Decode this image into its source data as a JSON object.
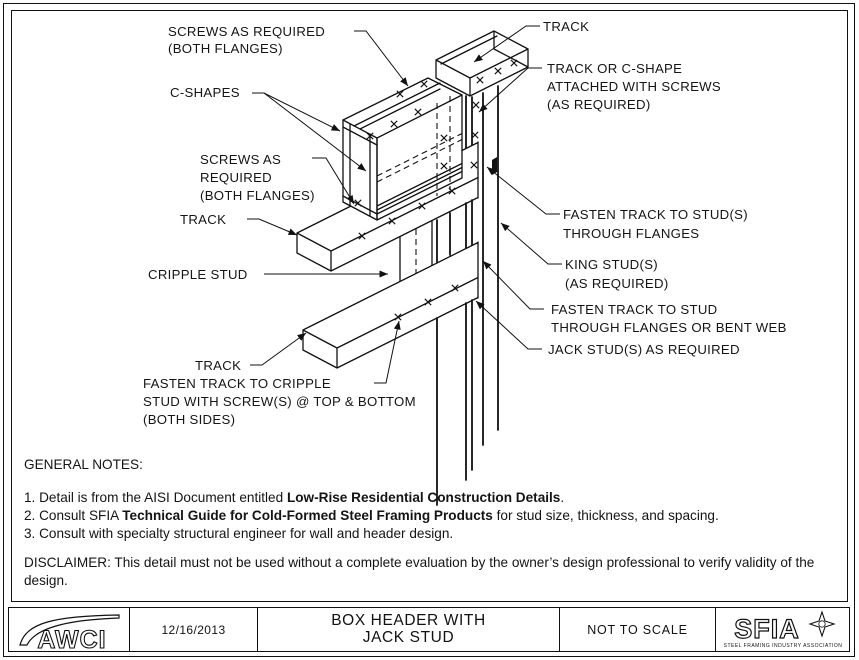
{
  "drawing": {
    "labels": {
      "screws_top": [
        "SCREWS AS REQUIRED",
        "(BOTH FLANGES)"
      ],
      "track_top": "TRACK",
      "track_or_cshape": [
        "TRACK OR C-SHAPE",
        "ATTACHED WITH SCREWS",
        "(AS REQUIRED)"
      ],
      "c_shapes": "C-SHAPES",
      "screws_mid": [
        "SCREWS AS",
        "REQUIRED",
        "(BOTH FLANGES)"
      ],
      "track_mid": "TRACK",
      "cripple_stud": "CRIPPLE STUD",
      "fasten_track_stud_flanges": [
        "FASTEN TRACK TO STUD(S)",
        "THROUGH FLANGES"
      ],
      "king_studs": [
        "KING STUD(S)",
        "(AS REQUIRED)"
      ],
      "fasten_track_stud_web": [
        "FASTEN TRACK TO STUD",
        "THROUGH FLANGES OR BENT WEB"
      ],
      "jack_studs": "JACK STUD(S) AS REQUIRED",
      "track_bottom": "TRACK",
      "fasten_track_cripple": [
        "FASTEN TRACK TO CRIPPLE",
        "STUD WITH SCREW(S) @ TOP & BOTTOM",
        "(BOTH SIDES)"
      ]
    }
  },
  "notes": {
    "heading": "GENERAL NOTES:",
    "item1": {
      "pre": "1. Detail is from the AISI Document entitled ",
      "bold": "Low-Rise Residential Construction Details",
      "post": "."
    },
    "item2": {
      "pre": "2. Consult SFIA ",
      "bold": "Technical Guide for Cold-Formed Steel Framing Products",
      "post": " for stud size, thickness, and spacing."
    },
    "item3": "3. Consult with specialty structural engineer for wall and header design."
  },
  "disclaimer": "DISCLAIMER: This detail must not be used without a complete evaluation by the owner’s design professional to verify validity of the design.",
  "title_block": {
    "date": "12/16/2013",
    "title_lines": [
      "BOX HEADER WITH",
      "JACK STUD"
    ],
    "scale": "NOT TO SCALE",
    "awci_logo": "AWCI",
    "sfia_logo": "SFIA",
    "sfia_tagline": "STEEL FRAMING INDUSTRY ASSOCIATION"
  },
  "colors": {
    "line": "#111111",
    "text": "#151515",
    "background": "#ffffff"
  }
}
